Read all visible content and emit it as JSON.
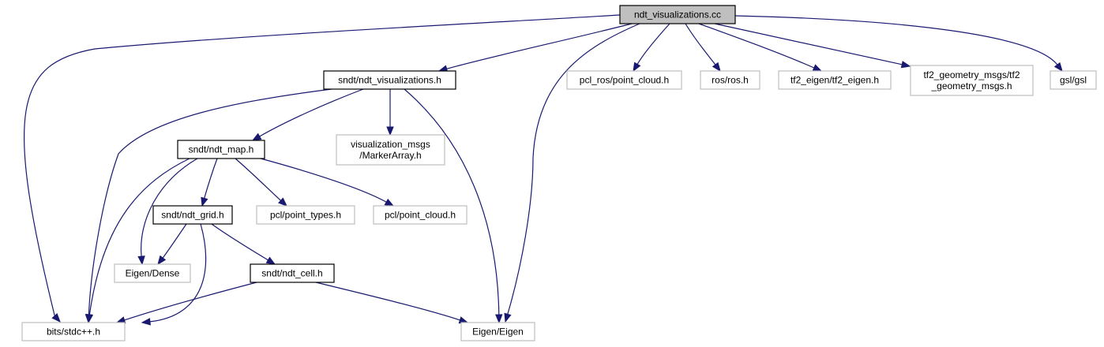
{
  "colors": {
    "edge": "#191970",
    "root_fill": "#bfbfbf",
    "local_border": "#000000",
    "external_border": "#bfbfbf",
    "text": "#000000"
  },
  "nodes": [
    {
      "id": "root",
      "kind": "root",
      "lines": [
        "ndt_visualizations.cc"
      ]
    },
    {
      "id": "vis_h",
      "kind": "local",
      "lines": [
        "sndt/ndt_visualizations.h"
      ]
    },
    {
      "id": "pcl_ros",
      "kind": "external",
      "lines": [
        "pcl_ros/point_cloud.h"
      ]
    },
    {
      "id": "ros",
      "kind": "external",
      "lines": [
        "ros/ros.h"
      ]
    },
    {
      "id": "tf2_eigen",
      "kind": "external",
      "lines": [
        "tf2_eigen/tf2_eigen.h"
      ]
    },
    {
      "id": "tf2_geo",
      "kind": "external",
      "lines": [
        "tf2_geometry_msgs/tf2",
        "_geometry_msgs.h"
      ]
    },
    {
      "id": "gsl",
      "kind": "external",
      "lines": [
        "gsl/gsl"
      ]
    },
    {
      "id": "map_h",
      "kind": "local",
      "lines": [
        "sndt/ndt_map.h"
      ]
    },
    {
      "id": "vis_msgs",
      "kind": "external",
      "lines": [
        "visualization_msgs",
        "/MarkerArray.h"
      ]
    },
    {
      "id": "grid_h",
      "kind": "local",
      "lines": [
        "sndt/ndt_grid.h"
      ]
    },
    {
      "id": "pcl_types",
      "kind": "external",
      "lines": [
        "pcl/point_types.h"
      ]
    },
    {
      "id": "pcl_cloud",
      "kind": "external",
      "lines": [
        "pcl/point_cloud.h"
      ]
    },
    {
      "id": "eigen_dense",
      "kind": "external",
      "lines": [
        "Eigen/Dense"
      ]
    },
    {
      "id": "cell_h",
      "kind": "local",
      "lines": [
        "sndt/ndt_cell.h"
      ]
    },
    {
      "id": "stdcpp",
      "kind": "external",
      "lines": [
        "bits/stdc++.h"
      ]
    },
    {
      "id": "eigen_eigen",
      "kind": "external",
      "lines": [
        "Eigen/Eigen"
      ]
    }
  ],
  "edges": [
    {
      "from": "root",
      "to": "vis_h"
    },
    {
      "from": "root",
      "to": "pcl_ros"
    },
    {
      "from": "root",
      "to": "ros"
    },
    {
      "from": "root",
      "to": "tf2_eigen"
    },
    {
      "from": "root",
      "to": "tf2_geo"
    },
    {
      "from": "root",
      "to": "gsl"
    },
    {
      "from": "root",
      "to": "stdcpp"
    },
    {
      "from": "root",
      "to": "eigen_eigen"
    },
    {
      "from": "vis_h",
      "to": "map_h"
    },
    {
      "from": "vis_h",
      "to": "vis_msgs"
    },
    {
      "from": "vis_h",
      "to": "stdcpp"
    },
    {
      "from": "vis_h",
      "to": "eigen_eigen"
    },
    {
      "from": "map_h",
      "to": "grid_h"
    },
    {
      "from": "map_h",
      "to": "pcl_types"
    },
    {
      "from": "map_h",
      "to": "pcl_cloud"
    },
    {
      "from": "map_h",
      "to": "eigen_dense"
    },
    {
      "from": "map_h",
      "to": "stdcpp"
    },
    {
      "from": "grid_h",
      "to": "cell_h"
    },
    {
      "from": "grid_h",
      "to": "eigen_dense"
    },
    {
      "from": "grid_h",
      "to": "stdcpp"
    },
    {
      "from": "cell_h",
      "to": "stdcpp"
    },
    {
      "from": "cell_h",
      "to": "eigen_eigen"
    }
  ]
}
